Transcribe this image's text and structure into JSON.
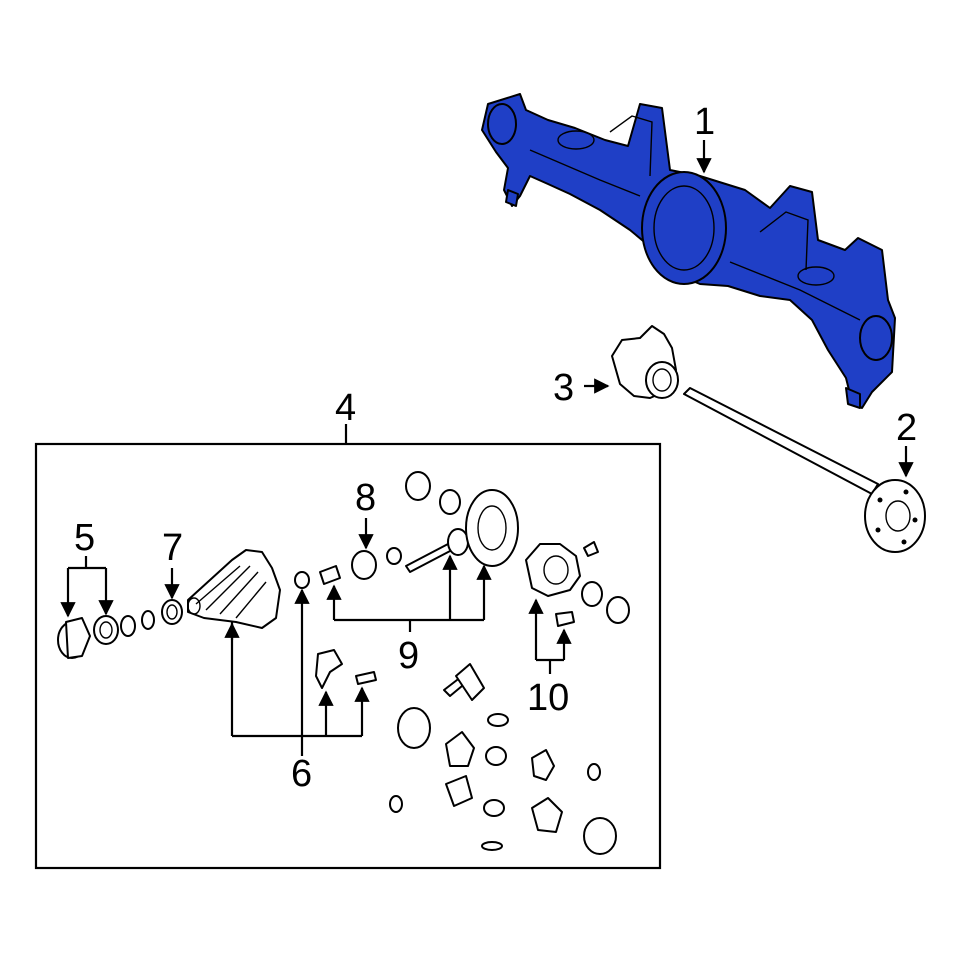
{
  "colors": {
    "highlight": "#1f3fc6",
    "line": "#000000",
    "background": "#ffffff"
  },
  "callouts": {
    "c1": "1",
    "c2": "2",
    "c3": "3",
    "c4": "4",
    "c5": "5",
    "c6": "6",
    "c7": "7",
    "c8": "8",
    "c9": "9",
    "c10": "10"
  },
  "highlighted_part": "1"
}
